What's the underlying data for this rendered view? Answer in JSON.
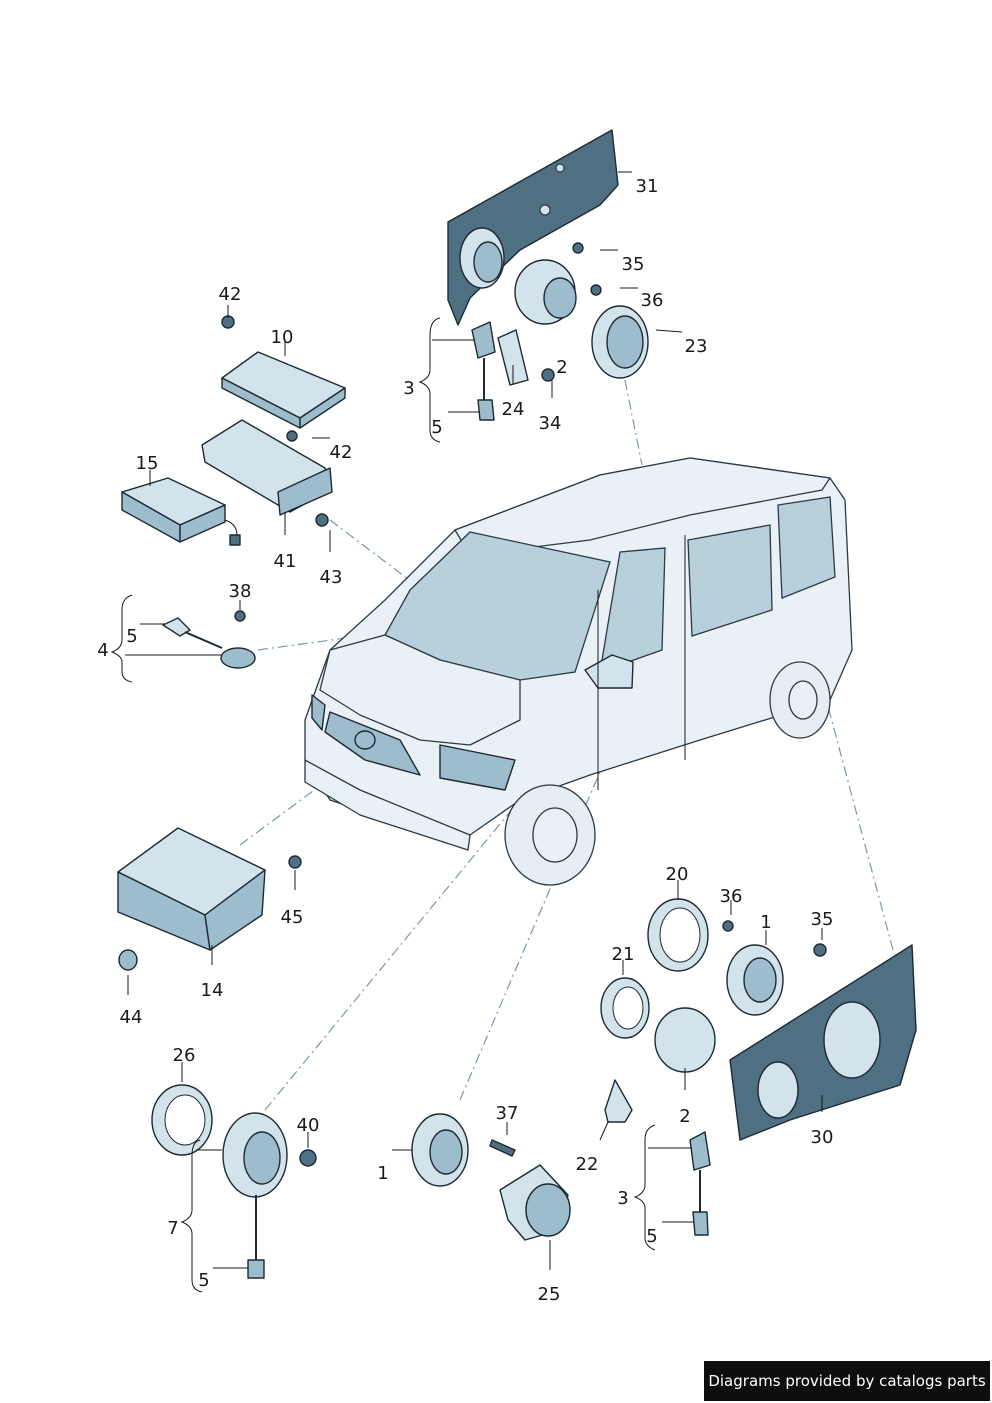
{
  "labels": {
    "l31": "31",
    "l35a": "35",
    "l36a": "36",
    "l23": "23",
    "l3a": "3",
    "l2a": "2",
    "l24": "24",
    "l34": "34",
    "l5a": "5",
    "l42a": "42",
    "l10": "10",
    "l42b": "42",
    "l15": "15",
    "l41": "41",
    "l43": "43",
    "l38": "38",
    "l5b": "5",
    "l4": "4",
    "l45": "45",
    "l14": "14",
    "l44": "44",
    "l20": "20",
    "l36b": "36",
    "l1a": "1",
    "l35b": "35",
    "l21": "21",
    "l2b": "2",
    "l30": "30",
    "l22": "22",
    "l26": "26",
    "l40": "40",
    "l37": "37",
    "l1b": "1",
    "l7": "7",
    "l25": "25",
    "l3b": "3",
    "l5c": "5",
    "l5d": "5"
  },
  "credit": "Diagrams provided by catalogs parts",
  "colors": {
    "part_fill": "#d3e3ec",
    "part_dark": "#4f6f83",
    "outline": "#1d2a33",
    "dash_line": "#7c98aa",
    "credit_bg": "#0e0e0e"
  }
}
